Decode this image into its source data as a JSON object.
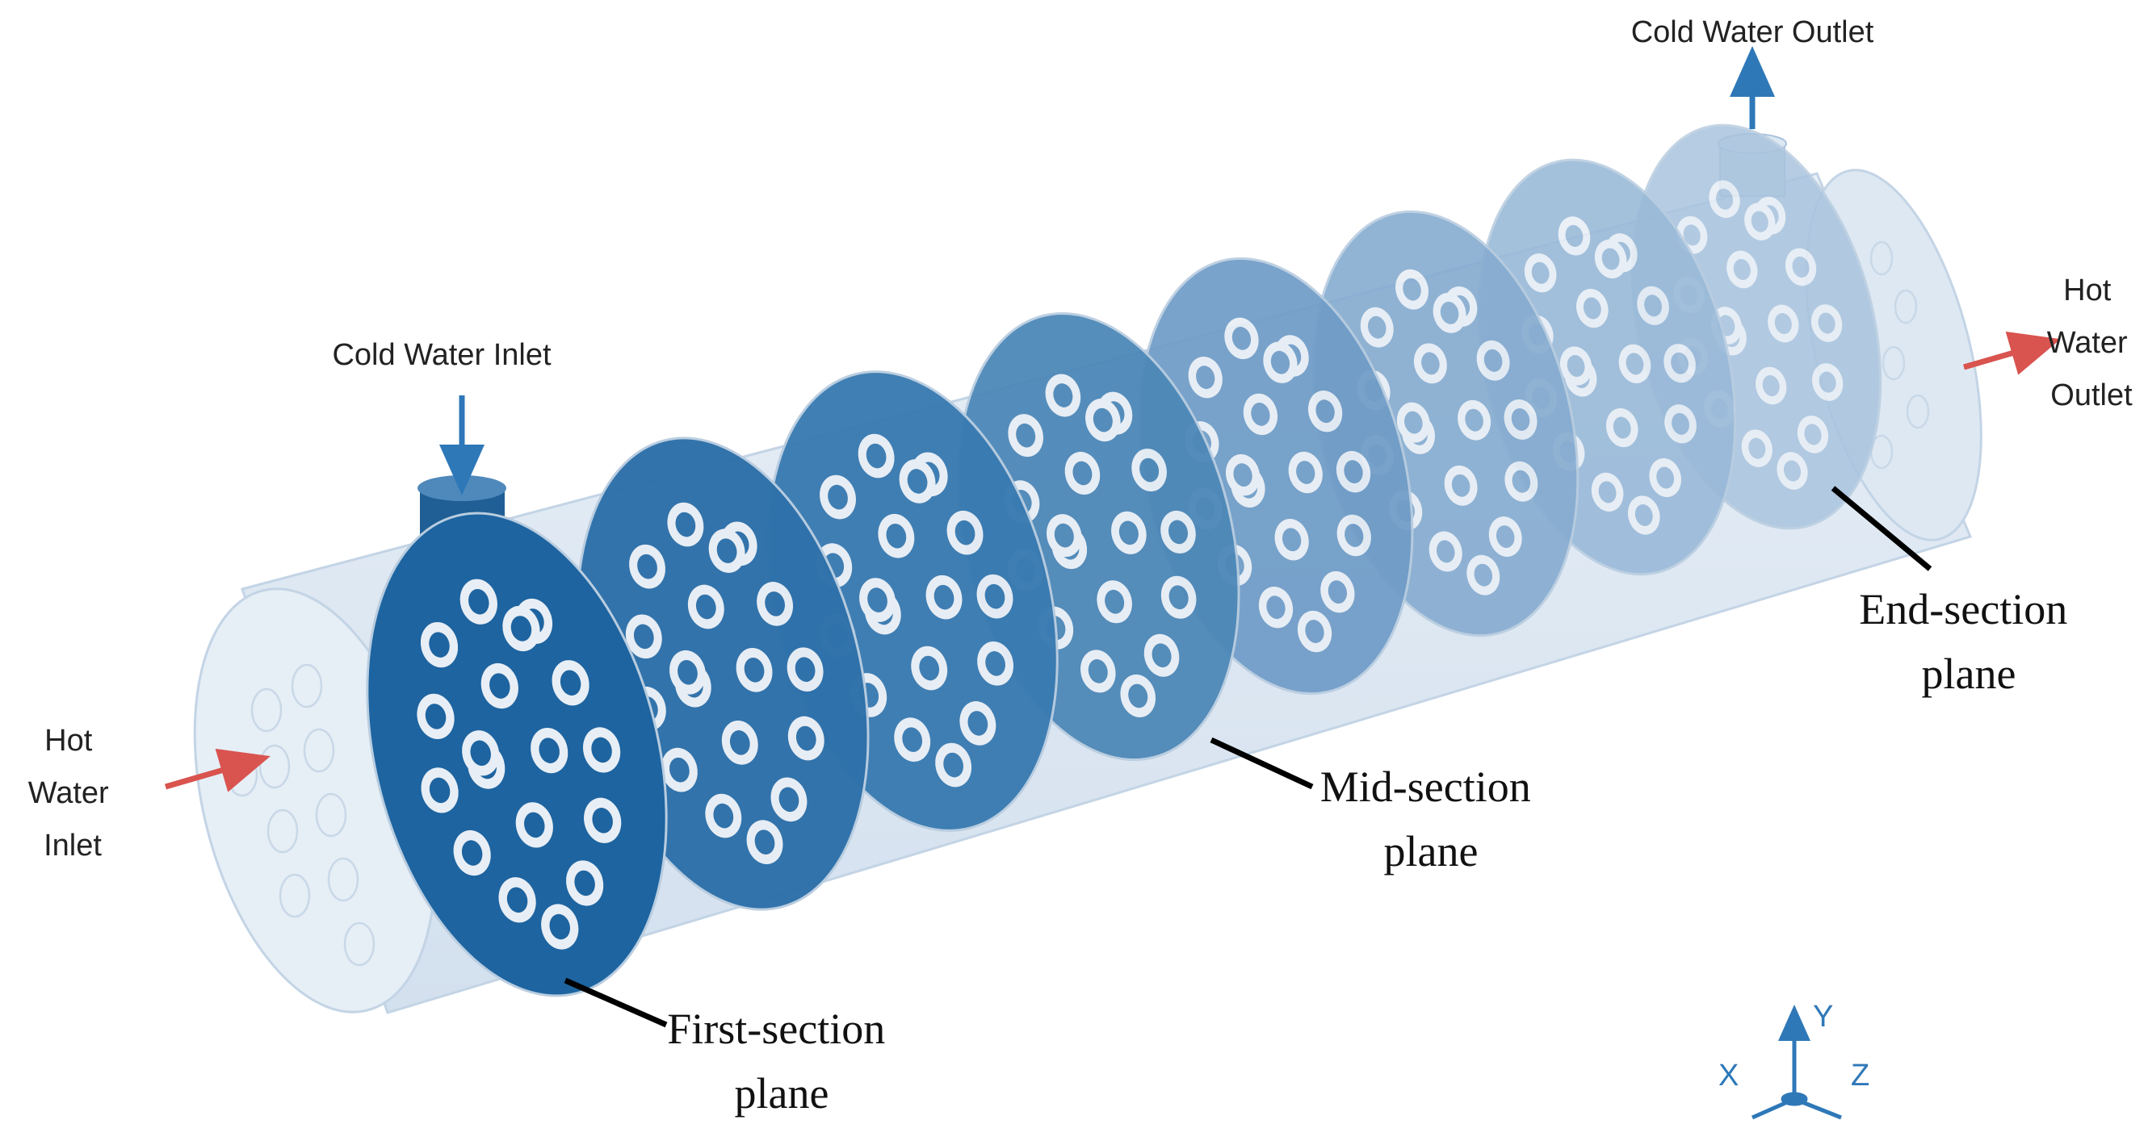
{
  "labels": {
    "cold_inlet": "Cold Water Inlet",
    "cold_outlet": "Cold Water Outlet",
    "hot_inlet": [
      "Hot",
      "Water",
      "Inlet"
    ],
    "hot_outlet": [
      "Hot",
      "Water",
      "Outlet"
    ],
    "first_section": [
      "First-section",
      "plane"
    ],
    "mid_section": [
      "Mid-section",
      "plane"
    ],
    "end_section": [
      "End-section",
      "plane"
    ]
  },
  "axes": {
    "x": "X",
    "y": "Y",
    "z": "Z"
  },
  "colors": {
    "shell": "#dfe8f2",
    "shell_edge": "#b9cde0",
    "baffle_dark": "#1d64a0",
    "baffle_mid": "#4d88b8",
    "baffle_light": "#8fb3d3",
    "tube_ring": "#e8eef5",
    "cold_arrow": "#2e78b8",
    "hot_arrow": "#d9534f",
    "leader": "#000000"
  },
  "icons": {
    "flow_arrow": "arrow-icon",
    "axis_triad": "axis-triad-icon"
  }
}
